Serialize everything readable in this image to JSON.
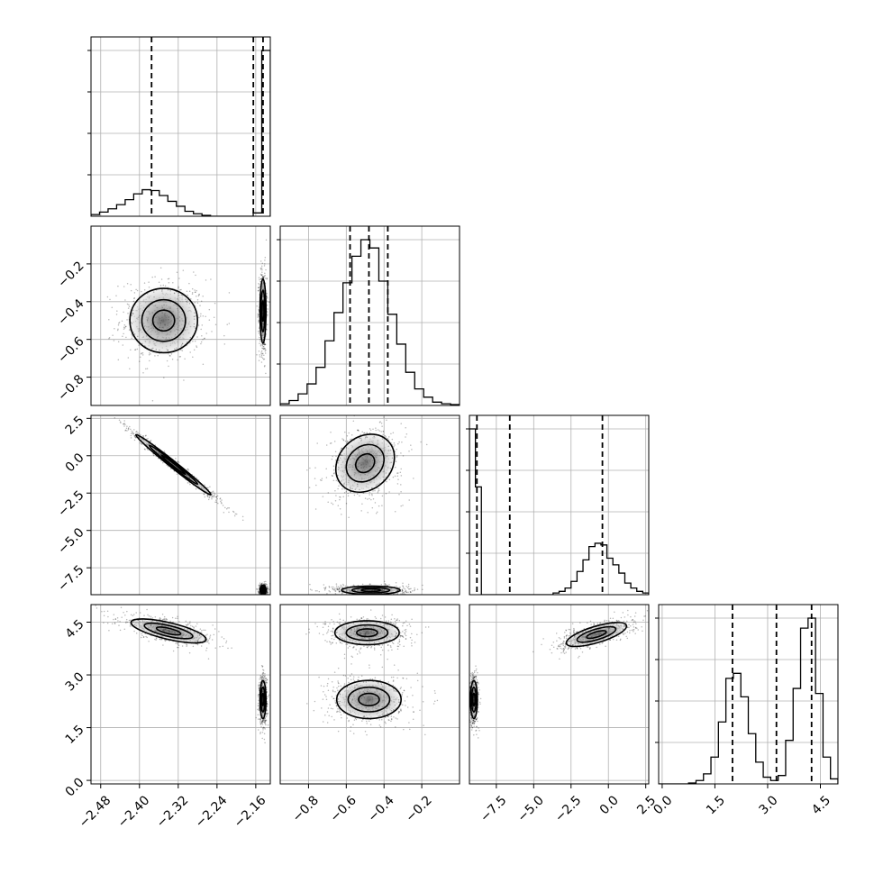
{
  "chart_data": {
    "type": "corner",
    "params": [
      {
        "key": "p0",
        "range": [
          -2.5,
          -2.13
        ],
        "ticks": [
          -2.48,
          -2.4,
          -2.32,
          -2.24,
          -2.16
        ],
        "tick_labels": [
          "−2.48",
          "−2.40",
          "−2.32",
          "−2.24",
          "−2.16"
        ],
        "quantiles": [
          -2.375,
          -2.165,
          -2.145
        ]
      },
      {
        "key": "p1",
        "range": [
          -0.95,
          0.0
        ],
        "ticks": [
          -0.8,
          -0.6,
          -0.4,
          -0.2
        ],
        "tick_labels": [
          "−0.8",
          "−0.6",
          "−0.4",
          "−0.2"
        ],
        "quantiles": [
          -0.58,
          -0.48,
          -0.38
        ]
      },
      {
        "key": "p2",
        "range": [
          -9.3,
          2.7
        ],
        "ticks": [
          -7.5,
          -5.0,
          -2.5,
          0.0,
          2.5
        ],
        "tick_labels": [
          "−7.5",
          "−5.0",
          "−2.5",
          "0.0",
          "2.5"
        ],
        "quantiles": [
          -8.8,
          -6.6,
          -0.4
        ]
      },
      {
        "key": "p3",
        "range": [
          -0.1,
          5.0
        ],
        "ticks": [
          0.0,
          1.5,
          3.0,
          4.5
        ],
        "tick_labels": [
          "0.0",
          "1.5",
          "3.0",
          "4.5"
        ],
        "quantiles": [
          2.0,
          3.25,
          4.25
        ]
      }
    ],
    "histograms": [
      {
        "param": 0,
        "counts": [
          0.01,
          0.025,
          0.045,
          0.07,
          0.1,
          0.135,
          0.16,
          0.155,
          0.125,
          0.09,
          0.06,
          0.03,
          0.015,
          0.005,
          0,
          0,
          0,
          0,
          0,
          0.02,
          1.0
        ]
      },
      {
        "param": 1,
        "counts": [
          0.01,
          0.03,
          0.07,
          0.13,
          0.23,
          0.39,
          0.56,
          0.74,
          0.9,
          1.0,
          0.95,
          0.75,
          0.55,
          0.37,
          0.2,
          0.1,
          0.05,
          0.02,
          0.01,
          0.005
        ]
      },
      {
        "param": 2,
        "counts": [
          1.0,
          0.65,
          0,
          0,
          0,
          0,
          0,
          0,
          0,
          0,
          0,
          0,
          0,
          0,
          0.01,
          0.02,
          0.04,
          0.08,
          0.14,
          0.21,
          0.29,
          0.31,
          0.3,
          0.22,
          0.18,
          0.13,
          0.07,
          0.04,
          0.02,
          0.01
        ]
      },
      {
        "param": 3,
        "counts": [
          0,
          0,
          0,
          0,
          0.005,
          0.02,
          0.06,
          0.16,
          0.37,
          0.63,
          0.66,
          0.52,
          0.3,
          0.13,
          0.04,
          0.02,
          0.05,
          0.26,
          0.57,
          0.93,
          0.99,
          0.54,
          0.16,
          0.03
        ]
      }
    ],
    "panels_2d": [
      {
        "x": 0,
        "y": 1,
        "blobs": [
          {
            "cx": -2.35,
            "cy": -0.5,
            "sx": 0.045,
            "sy": 0.11,
            "rho": 0.0
          },
          {
            "cx": -2.145,
            "cy": -0.45,
            "sx": 0.004,
            "sy": 0.11,
            "rho": 0.0
          }
        ]
      },
      {
        "x": 0,
        "y": 2,
        "blobs": [
          {
            "cx": -2.33,
            "cy": -0.6,
            "sx": 0.05,
            "sy": 1.3,
            "rho": -0.99
          },
          {
            "cx": -2.145,
            "cy": -9.0,
            "sx": 0.004,
            "sy": 0.2,
            "rho": 0.0
          }
        ]
      },
      {
        "x": 0,
        "y": 3,
        "blobs": [
          {
            "cx": -2.34,
            "cy": 4.25,
            "sx": 0.05,
            "sy": 0.22,
            "rho": -0.7
          },
          {
            "cx": -2.145,
            "cy": 2.3,
            "sx": 0.004,
            "sy": 0.35,
            "rho": 0.0
          }
        ]
      },
      {
        "x": 1,
        "y": 2,
        "blobs": [
          {
            "cx": -0.5,
            "cy": -0.5,
            "sx": 0.1,
            "sy": 1.25,
            "rho": 0.2
          },
          {
            "cx": -0.47,
            "cy": -9.0,
            "sx": 0.1,
            "sy": 0.18,
            "rho": 0.0
          }
        ]
      },
      {
        "x": 1,
        "y": 3,
        "blobs": [
          {
            "cx": -0.49,
            "cy": 4.2,
            "sx": 0.11,
            "sy": 0.22,
            "rho": 0.0
          },
          {
            "cx": -0.48,
            "cy": 2.3,
            "sx": 0.11,
            "sy": 0.35,
            "rho": 0.0
          }
        ]
      },
      {
        "x": 2,
        "y": 3,
        "blobs": [
          {
            "cx": -0.8,
            "cy": 4.15,
            "sx": 1.3,
            "sy": 0.22,
            "rho": 0.7
          },
          {
            "cx": -9.0,
            "cy": 2.3,
            "sx": 0.15,
            "sy": 0.35,
            "rho": 0.0
          }
        ]
      }
    ]
  }
}
